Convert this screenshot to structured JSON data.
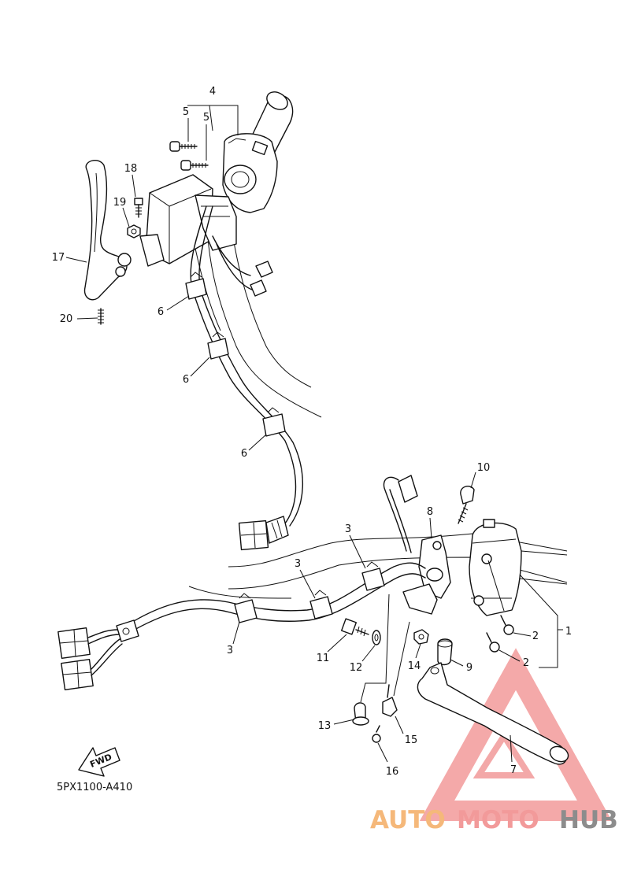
{
  "callouts": {
    "c1": "1",
    "c2a": "2",
    "c2b": "2",
    "c3a": "3",
    "c3b": "3",
    "c3c": "3",
    "c4": "4",
    "c5a": "5",
    "c5b": "5",
    "c6a": "6",
    "c6b": "6",
    "c6c": "6",
    "c7": "7",
    "c8": "8",
    "c9": "9",
    "c10": "10",
    "c11": "11",
    "c12": "12",
    "c13": "13",
    "c14": "14",
    "c15": "15",
    "c16": "16",
    "c17": "17",
    "c18": "18",
    "c19": "19",
    "c20": "20"
  },
  "diagram_code": "5PX1100-A410",
  "fwd_label": "FWD",
  "watermark": {
    "part_a": "AUTO",
    "part_b": "MOTO",
    "part_c": "HUB"
  },
  "colors": {
    "line": "#111111",
    "watermark_orange": "#f5b87a",
    "watermark_red": "#f29a9a",
    "watermark_gray": "#8c8c8c"
  }
}
